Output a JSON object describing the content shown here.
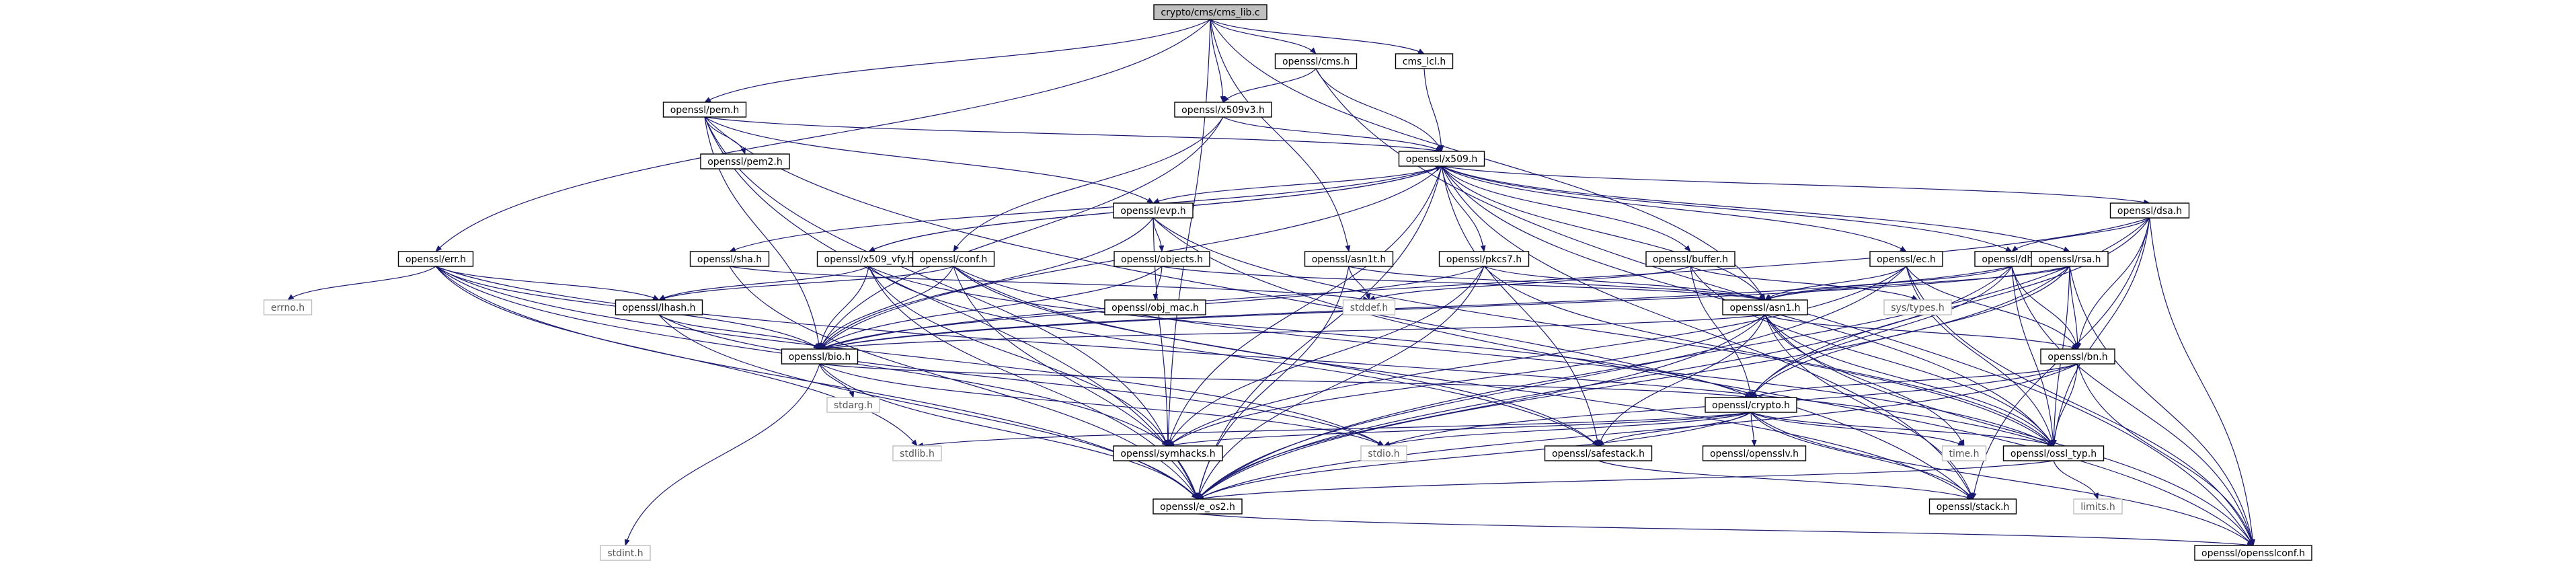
{
  "graph": {
    "root": "crypto/cms/cms_lib.c",
    "nodes": [
      {
        "id": "root",
        "label": "crypto/cms/cms_lib.c",
        "kind": "root"
      },
      {
        "id": "cms",
        "label": "openssl/cms.h",
        "kind": "header"
      },
      {
        "id": "cmslcl",
        "label": "cms_lcl.h",
        "kind": "header"
      },
      {
        "id": "pem",
        "label": "openssl/pem.h",
        "kind": "header"
      },
      {
        "id": "x509v3",
        "label": "openssl/x509v3.h",
        "kind": "header"
      },
      {
        "id": "pem2",
        "label": "openssl/pem2.h",
        "kind": "header"
      },
      {
        "id": "x509",
        "label": "openssl/x509.h",
        "kind": "header"
      },
      {
        "id": "evp",
        "label": "openssl/evp.h",
        "kind": "header"
      },
      {
        "id": "dsa",
        "label": "openssl/dsa.h",
        "kind": "header"
      },
      {
        "id": "err",
        "label": "openssl/err.h",
        "kind": "header"
      },
      {
        "id": "sha",
        "label": "openssl/sha.h",
        "kind": "header"
      },
      {
        "id": "x509vfy",
        "label": "openssl/x509_vfy.h",
        "kind": "header"
      },
      {
        "id": "conf",
        "label": "openssl/conf.h",
        "kind": "header"
      },
      {
        "id": "objects",
        "label": "openssl/objects.h",
        "kind": "header"
      },
      {
        "id": "asn1t",
        "label": "openssl/asn1t.h",
        "kind": "header"
      },
      {
        "id": "pkcs7",
        "label": "openssl/pkcs7.h",
        "kind": "header"
      },
      {
        "id": "buffer",
        "label": "openssl/buffer.h",
        "kind": "header"
      },
      {
        "id": "ec",
        "label": "openssl/ec.h",
        "kind": "header"
      },
      {
        "id": "dh",
        "label": "openssl/dh.h",
        "kind": "header"
      },
      {
        "id": "rsa",
        "label": "openssl/rsa.h",
        "kind": "header"
      },
      {
        "id": "errno",
        "label": "errno.h",
        "kind": "system"
      },
      {
        "id": "lhash",
        "label": "openssl/lhash.h",
        "kind": "header"
      },
      {
        "id": "objmac",
        "label": "openssl/obj_mac.h",
        "kind": "header"
      },
      {
        "id": "stddef",
        "label": "stddef.h",
        "kind": "system"
      },
      {
        "id": "asn1",
        "label": "openssl/asn1.h",
        "kind": "header"
      },
      {
        "id": "systypes",
        "label": "sys/types.h",
        "kind": "system"
      },
      {
        "id": "bn",
        "label": "openssl/bn.h",
        "kind": "header"
      },
      {
        "id": "bio",
        "label": "openssl/bio.h",
        "kind": "header"
      },
      {
        "id": "stdarg",
        "label": "stdarg.h",
        "kind": "system"
      },
      {
        "id": "crypto",
        "label": "openssl/crypto.h",
        "kind": "header"
      },
      {
        "id": "stdlib",
        "label": "stdlib.h",
        "kind": "system"
      },
      {
        "id": "stdio",
        "label": "stdio.h",
        "kind": "system"
      },
      {
        "id": "symhacks",
        "label": "openssl/symhacks.h",
        "kind": "header"
      },
      {
        "id": "safestack",
        "label": "openssl/safestack.h",
        "kind": "header"
      },
      {
        "id": "time",
        "label": "time.h",
        "kind": "system"
      },
      {
        "id": "opensslv",
        "label": "openssl/opensslv.h",
        "kind": "header"
      },
      {
        "id": "ossltyp",
        "label": "openssl/ossl_typ.h",
        "kind": "header"
      },
      {
        "id": "eos2",
        "label": "openssl/e_os2.h",
        "kind": "header"
      },
      {
        "id": "stack",
        "label": "openssl/stack.h",
        "kind": "header"
      },
      {
        "id": "limits",
        "label": "limits.h",
        "kind": "system"
      },
      {
        "id": "stdint",
        "label": "stdint.h",
        "kind": "system"
      },
      {
        "id": "opensslconf",
        "label": "openssl/opensslconf.h",
        "kind": "header"
      }
    ],
    "edges": [
      [
        "root",
        "cms"
      ],
      [
        "root",
        "cmslcl"
      ],
      [
        "root",
        "pem"
      ],
      [
        "root",
        "x509v3"
      ],
      [
        "root",
        "err"
      ],
      [
        "root",
        "asn1t"
      ],
      [
        "root",
        "asn1"
      ],
      [
        "root",
        "symhacks"
      ],
      [
        "cms",
        "x509v3"
      ],
      [
        "cms",
        "x509"
      ],
      [
        "cms",
        "opensslconf"
      ],
      [
        "cmslcl",
        "x509"
      ],
      [
        "pem",
        "pem2"
      ],
      [
        "pem",
        "x509"
      ],
      [
        "pem",
        "evp"
      ],
      [
        "pem",
        "bio"
      ],
      [
        "pem",
        "symhacks"
      ],
      [
        "pem",
        "eos2"
      ],
      [
        "pem",
        "stack"
      ],
      [
        "x509v3",
        "x509"
      ],
      [
        "x509v3",
        "conf"
      ],
      [
        "x509v3",
        "bio"
      ],
      [
        "x509",
        "evp"
      ],
      [
        "x509",
        "dsa"
      ],
      [
        "x509",
        "sha"
      ],
      [
        "x509",
        "x509vfy"
      ],
      [
        "x509",
        "pkcs7"
      ],
      [
        "x509",
        "buffer"
      ],
      [
        "x509",
        "ec"
      ],
      [
        "x509",
        "dh"
      ],
      [
        "x509",
        "rsa"
      ],
      [
        "x509",
        "asn1"
      ],
      [
        "x509",
        "bio"
      ],
      [
        "x509",
        "safestack"
      ],
      [
        "x509",
        "symhacks"
      ],
      [
        "x509",
        "ossltyp"
      ],
      [
        "x509",
        "eos2"
      ],
      [
        "x509",
        "stack"
      ],
      [
        "evp",
        "objects"
      ],
      [
        "evp",
        "bio"
      ],
      [
        "evp",
        "ossltyp"
      ],
      [
        "evp",
        "symhacks"
      ],
      [
        "evp",
        "opensslconf"
      ],
      [
        "dsa",
        "dh"
      ],
      [
        "dsa",
        "bn"
      ],
      [
        "dsa",
        "crypto"
      ],
      [
        "dsa",
        "ossltyp"
      ],
      [
        "dsa",
        "bio"
      ],
      [
        "dsa",
        "eos2"
      ],
      [
        "dsa",
        "opensslconf"
      ],
      [
        "dsa",
        "stack"
      ],
      [
        "err",
        "errno"
      ],
      [
        "err",
        "lhash"
      ],
      [
        "err",
        "bio"
      ],
      [
        "err",
        "stdio"
      ],
      [
        "err",
        "ossltyp"
      ],
      [
        "err",
        "eos2"
      ],
      [
        "err",
        "stdlib"
      ],
      [
        "err",
        "symhacks"
      ],
      [
        "sha",
        "stddef"
      ],
      [
        "sha",
        "eos2"
      ],
      [
        "x509vfy",
        "x509"
      ],
      [
        "x509vfy",
        "lhash"
      ],
      [
        "x509vfy",
        "bio"
      ],
      [
        "x509vfy",
        "crypto"
      ],
      [
        "x509vfy",
        "symhacks"
      ],
      [
        "x509vfy",
        "eos2"
      ],
      [
        "x509vfy",
        "safestack"
      ],
      [
        "conf",
        "lhash"
      ],
      [
        "conf",
        "bio"
      ],
      [
        "conf",
        "stack"
      ],
      [
        "conf",
        "safestack"
      ],
      [
        "conf",
        "eos2"
      ],
      [
        "conf",
        "ossltyp"
      ],
      [
        "objects",
        "objmac"
      ],
      [
        "objects",
        "asn1"
      ],
      [
        "objects",
        "bio"
      ],
      [
        "asn1t",
        "stddef"
      ],
      [
        "asn1t",
        "asn1"
      ],
      [
        "asn1t",
        "eos2"
      ],
      [
        "pkcs7",
        "asn1"
      ],
      [
        "pkcs7",
        "bio"
      ],
      [
        "pkcs7",
        "eos2"
      ],
      [
        "pkcs7",
        "symhacks"
      ],
      [
        "pkcs7",
        "ossltyp"
      ],
      [
        "buffer",
        "ossltyp"
      ],
      [
        "buffer",
        "crypto"
      ],
      [
        "buffer",
        "stddef"
      ],
      [
        "buffer",
        "systypes"
      ],
      [
        "ec",
        "asn1"
      ],
      [
        "ec",
        "bn"
      ],
      [
        "ec",
        "ossltyp"
      ],
      [
        "ec",
        "symhacks"
      ],
      [
        "ec",
        "eos2"
      ],
      [
        "ec",
        "opensslconf"
      ],
      [
        "dh",
        "bio"
      ],
      [
        "dh",
        "asn1"
      ],
      [
        "dh",
        "bn"
      ],
      [
        "dh",
        "crypto"
      ],
      [
        "dh",
        "ossltyp"
      ],
      [
        "dh",
        "eos2"
      ],
      [
        "dh",
        "opensslconf"
      ],
      [
        "rsa",
        "asn1"
      ],
      [
        "rsa",
        "bn"
      ],
      [
        "rsa",
        "crypto"
      ],
      [
        "rsa",
        "ossltyp"
      ],
      [
        "rsa",
        "bio"
      ],
      [
        "rsa",
        "eos2"
      ],
      [
        "rsa",
        "opensslconf"
      ],
      [
        "lhash",
        "bio"
      ],
      [
        "lhash",
        "stdio"
      ],
      [
        "lhash",
        "eos2"
      ],
      [
        "asn1",
        "time"
      ],
      [
        "asn1",
        "bio"
      ],
      [
        "asn1",
        "bn"
      ],
      [
        "asn1",
        "stack"
      ],
      [
        "asn1",
        "safestack"
      ],
      [
        "asn1",
        "ossltyp"
      ],
      [
        "asn1",
        "symhacks"
      ],
      [
        "asn1",
        "eos2"
      ],
      [
        "asn1",
        "opensslconf"
      ],
      [
        "bn",
        "crypto"
      ],
      [
        "bn",
        "ossltyp"
      ],
      [
        "bn",
        "stdio"
      ],
      [
        "bn",
        "opensslconf"
      ],
      [
        "bn",
        "eos2"
      ],
      [
        "bio",
        "stdarg"
      ],
      [
        "bio",
        "crypto"
      ],
      [
        "bio",
        "stdio"
      ],
      [
        "bio",
        "stdint"
      ],
      [
        "bio",
        "eos2"
      ],
      [
        "crypto",
        "stdlib"
      ],
      [
        "crypto",
        "stack"
      ],
      [
        "crypto",
        "safestack"
      ],
      [
        "crypto",
        "opensslv"
      ],
      [
        "crypto",
        "ossltyp"
      ],
      [
        "crypto",
        "symhacks"
      ],
      [
        "crypto",
        "eos2"
      ],
      [
        "crypto",
        "stdio"
      ],
      [
        "crypto",
        "time"
      ],
      [
        "crypto",
        "opensslconf"
      ],
      [
        "safestack",
        "stack"
      ],
      [
        "ossltyp",
        "eos2"
      ],
      [
        "ossltyp",
        "limits"
      ],
      [
        "eos2",
        "opensslconf"
      ]
    ]
  }
}
